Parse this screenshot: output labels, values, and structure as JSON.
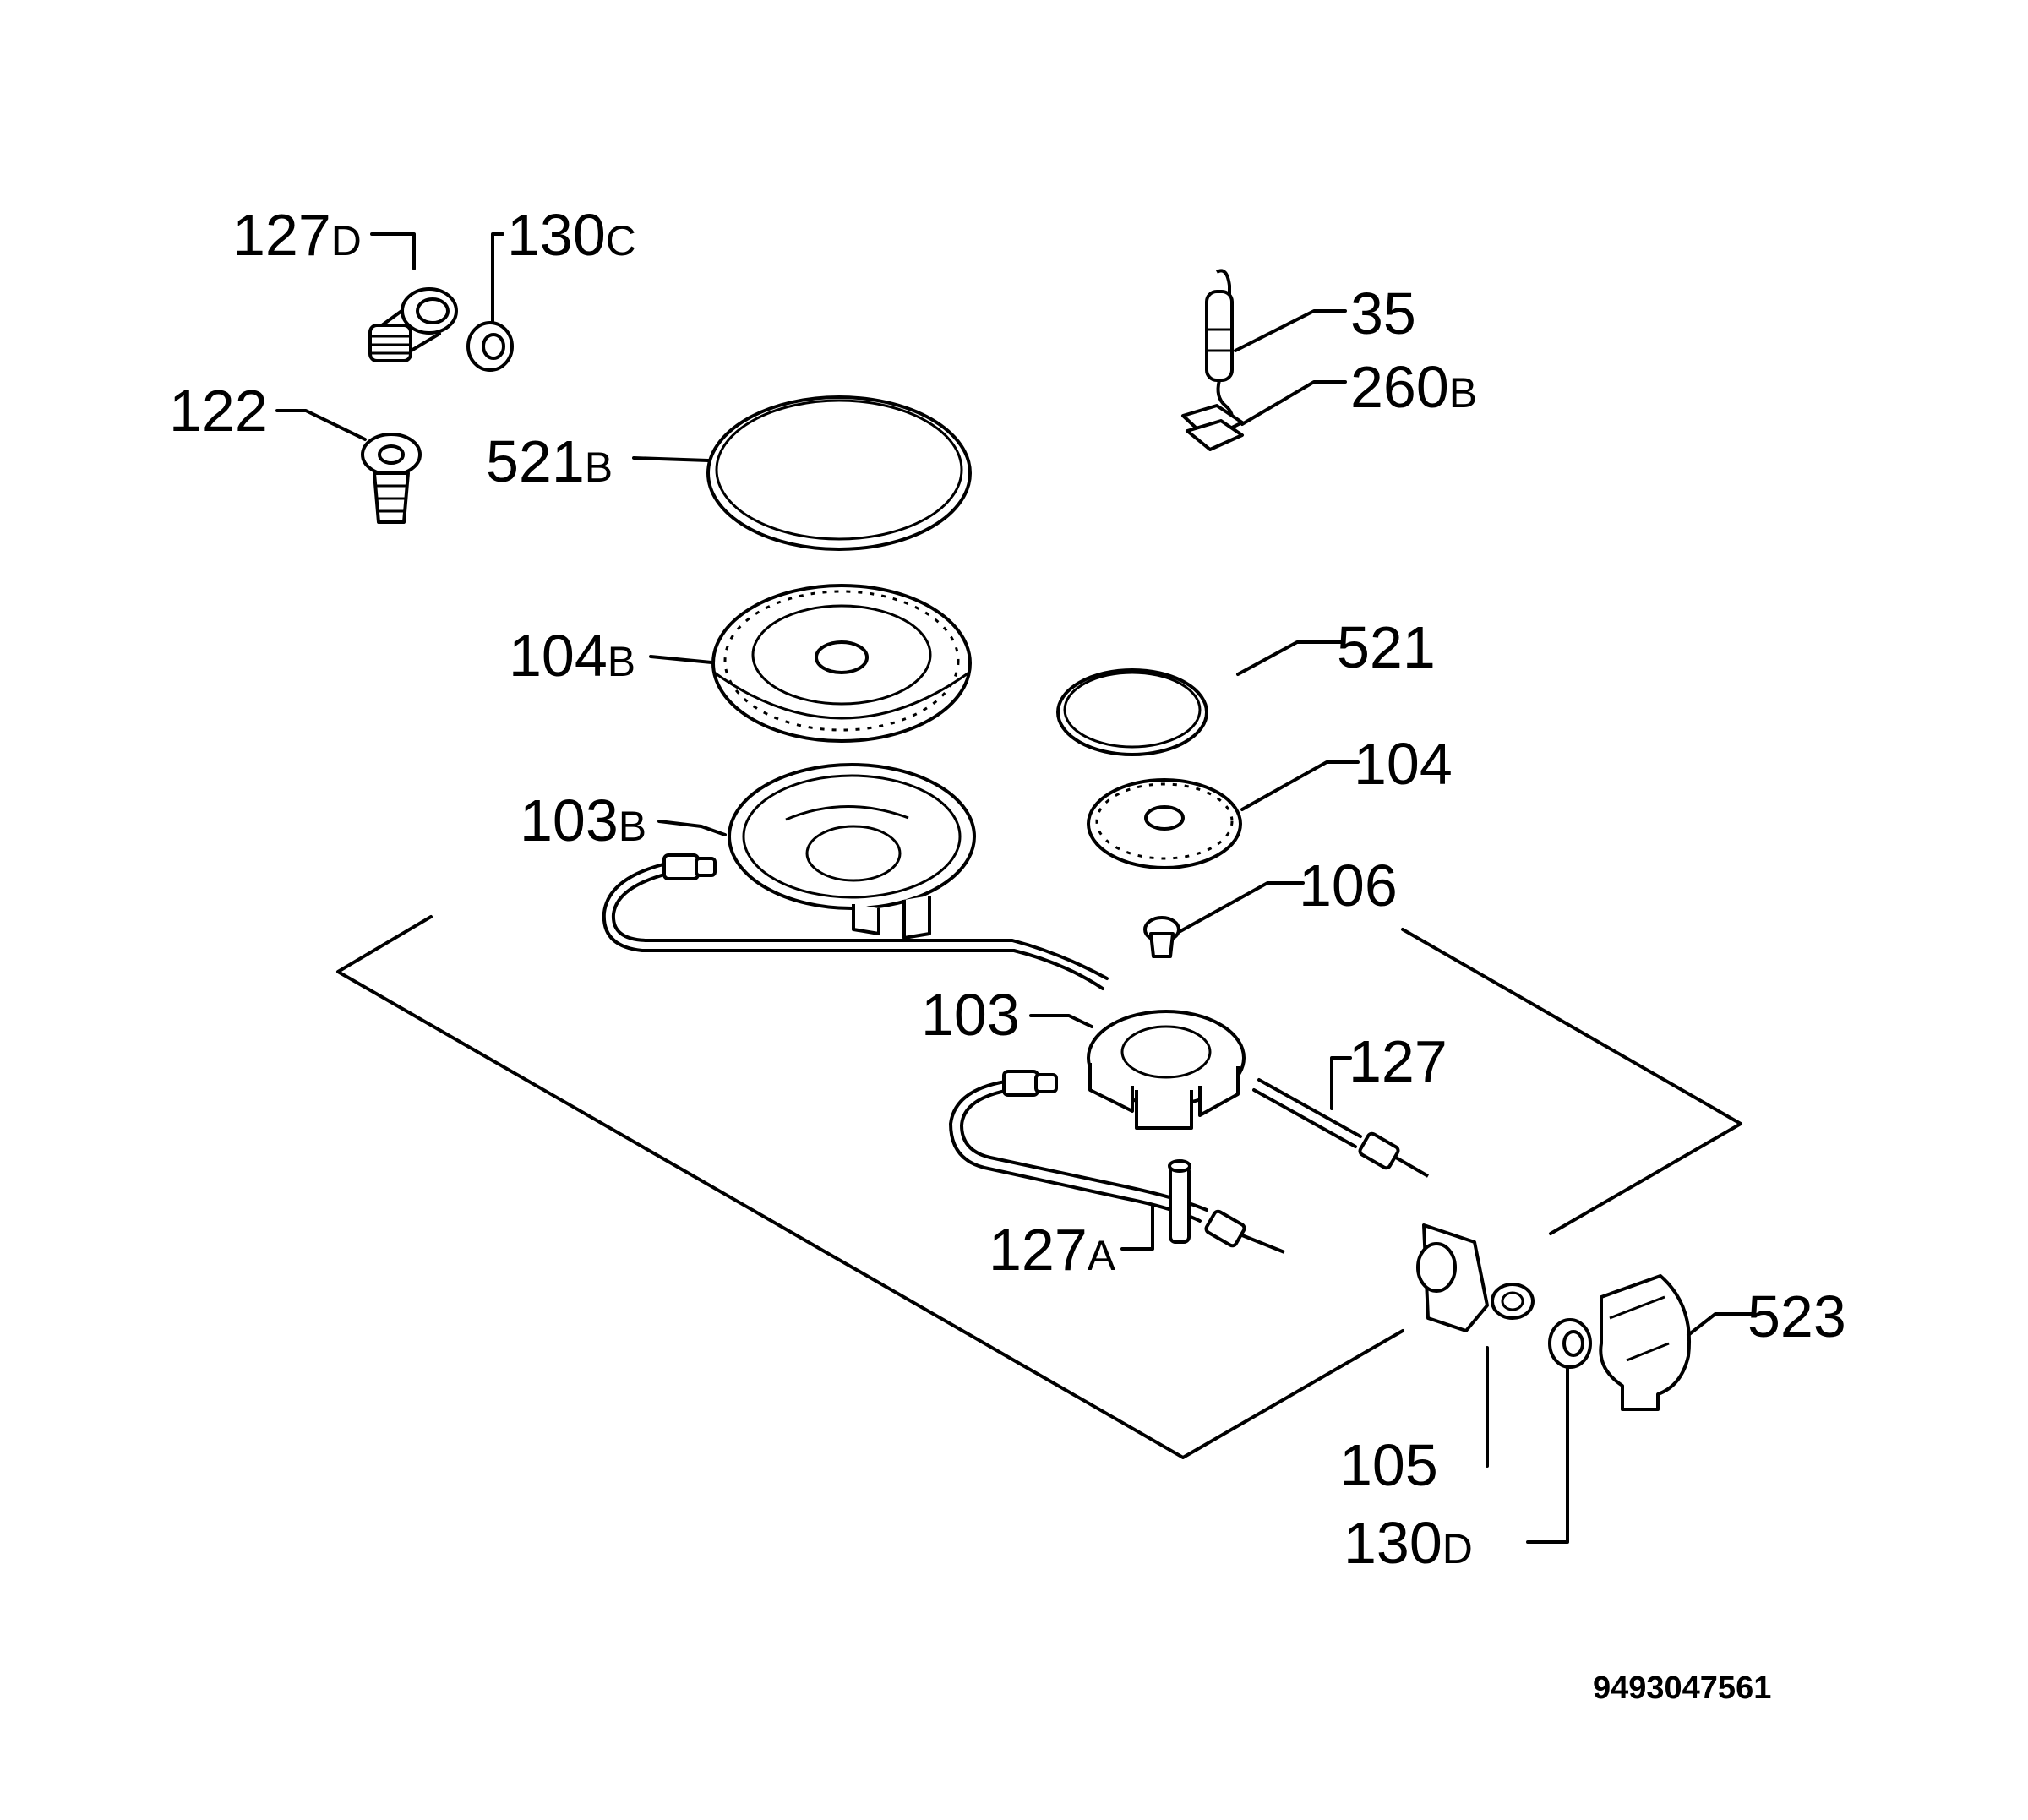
{
  "labels": {
    "127D": {
      "num": "127",
      "suf": "D"
    },
    "130C": {
      "num": "130",
      "suf": "C"
    },
    "122": {
      "num": "122",
      "suf": ""
    },
    "521B": {
      "num": "521",
      "suf": "B"
    },
    "35": {
      "num": "35",
      "suf": ""
    },
    "260B": {
      "num": "260",
      "suf": "B"
    },
    "104B": {
      "num": "104",
      "suf": "B"
    },
    "521": {
      "num": "521",
      "suf": ""
    },
    "104": {
      "num": "104",
      "suf": ""
    },
    "103B": {
      "num": "103",
      "suf": "B"
    },
    "106": {
      "num": "106",
      "suf": ""
    },
    "103": {
      "num": "103",
      "suf": ""
    },
    "127": {
      "num": "127",
      "suf": ""
    },
    "127A": {
      "num": "127",
      "suf": "A"
    },
    "523": {
      "num": "523",
      "suf": ""
    },
    "105": {
      "num": "105",
      "suf": ""
    },
    "130D": {
      "num": "130",
      "suf": "D"
    }
  },
  "drawing_code": "9493047561"
}
